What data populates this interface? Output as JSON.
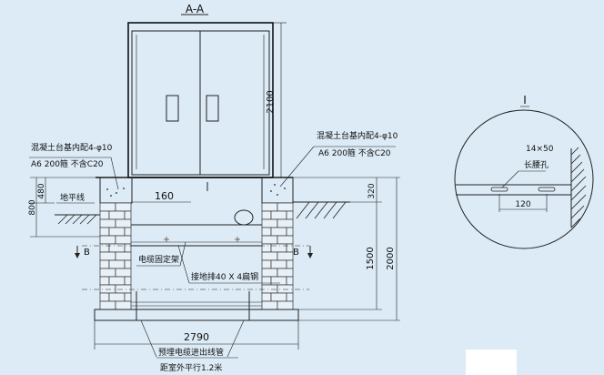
{
  "section_title": "A-A",
  "detail_label": "I",
  "dimensions": {
    "cabinet_height": "2100",
    "width_top": "160",
    "base_480": "480",
    "depth_800": "800",
    "right_320": "320",
    "right_1500": "1500",
    "right_2000": "2000",
    "bottom_width": "2790"
  },
  "labels": {
    "left_note_line1": "混凝土台基内配4-φ10",
    "left_note_line2": "A6 200箍 不含C20",
    "right_note_line1": "混凝土台基内配4-φ10",
    "right_note_line2": "A6 200箍 不含C20",
    "ground_line": "地平线",
    "cable_bracket": "电缆固定架",
    "grounding_bar": "接地排40 X 4扁钢",
    "conduit_line1": "预埋电缆进出线管",
    "conduit_line2": "距室外平行1.2米",
    "section_mark_left": "B",
    "section_mark_right": "B"
  },
  "detail": {
    "slot_size": "14×50",
    "slot_name": "长腰孔",
    "spacing": "120"
  }
}
